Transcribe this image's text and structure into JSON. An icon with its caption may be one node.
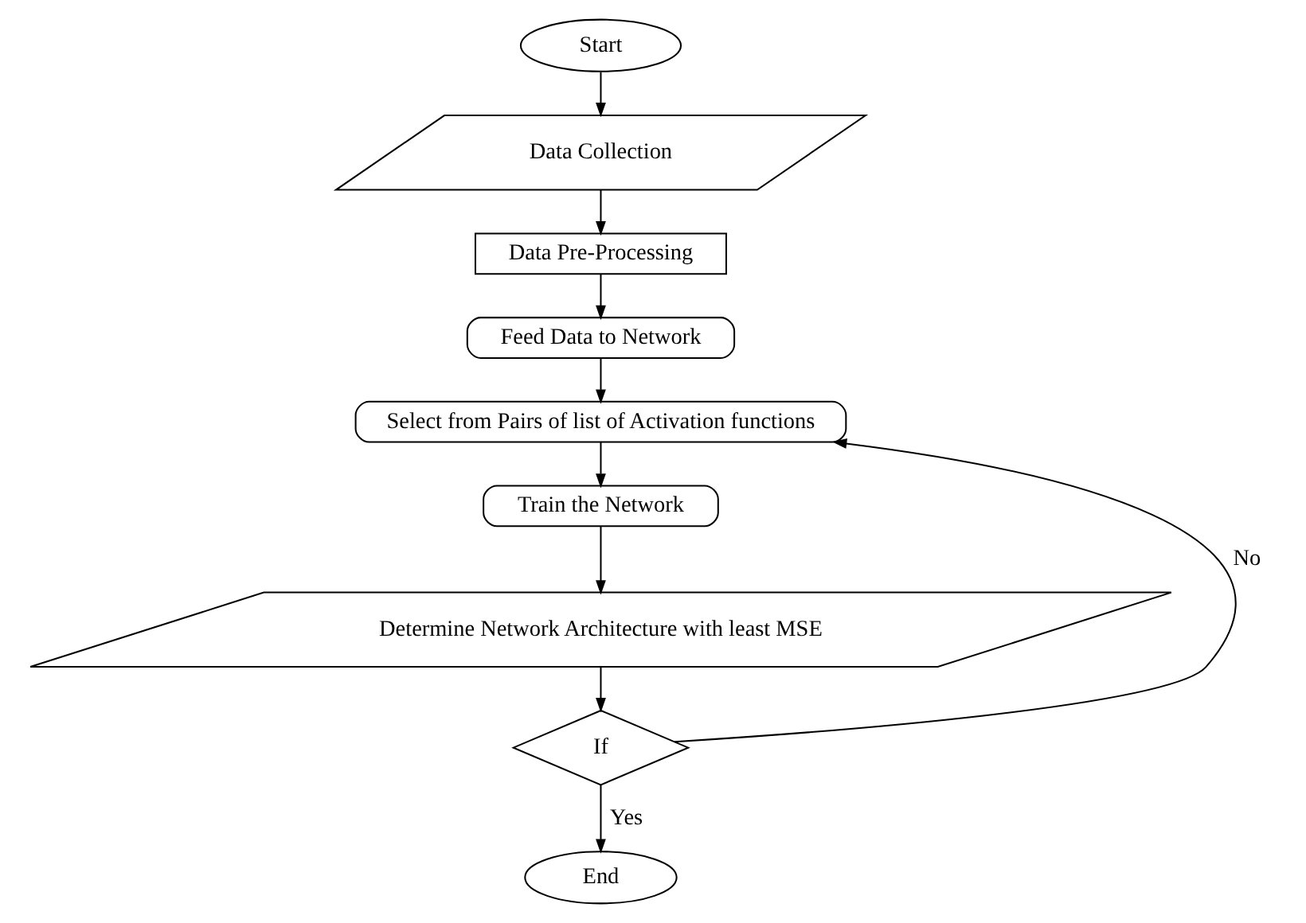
{
  "diagram": {
    "nodes": [
      {
        "text": [
          "Start"
        ]
      },
      {
        "text": [
          "Data Collection"
        ]
      },
      {
        "text": [
          "Data Pre-Processing"
        ]
      },
      {
        "text": [
          "Feed Data to Network"
        ]
      },
      {
        "text": [
          "Select from Pairs of list of Activation functions"
        ]
      },
      {
        "text": [
          "Train the Network"
        ]
      },
      {
        "text": [
          "Determine Network Architecture with least MSE"
        ]
      },
      {
        "text": [
          "If"
        ]
      },
      {
        "text": [
          "End"
        ]
      }
    ],
    "edges": [
      {
        "from": 0,
        "to": 1,
        "arrow": "to"
      },
      {
        "from": 1,
        "to": 2,
        "arrow": "to"
      },
      {
        "from": 2,
        "to": 3,
        "arrow": "to"
      },
      {
        "from": 3,
        "to": 4,
        "arrow": "to"
      },
      {
        "from": 4,
        "to": 5,
        "arrow": "to"
      },
      {
        "from": 5,
        "to": 6,
        "arrow": "to"
      },
      {
        "from": 6,
        "to": 7,
        "arrow": "to"
      },
      {
        "from": 7,
        "to": 4,
        "arrow": "to",
        "label": "No"
      },
      {
        "from": 7,
        "to": 8,
        "arrow": "to",
        "label": "Yes"
      }
    ]
  }
}
